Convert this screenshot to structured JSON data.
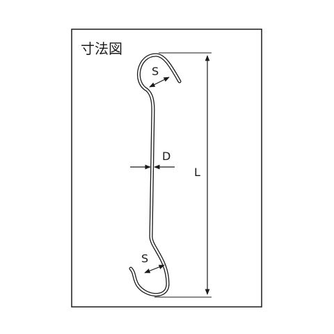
{
  "title": "寸法図",
  "labels": {
    "hook_top": "S",
    "diameter": "D",
    "length": "L",
    "hook_bottom": "S"
  },
  "colors": {
    "line": "#1a1a1a",
    "wire_outer": "#1a1a1a",
    "wire_inner": "#ffffff",
    "background": "#ffffff"
  }
}
